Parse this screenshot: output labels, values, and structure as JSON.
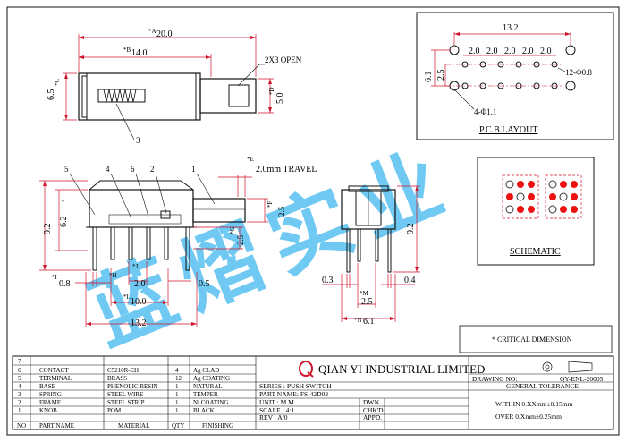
{
  "views": {
    "front": {
      "dim_a_label": "*A",
      "dim_a_value": "20.0",
      "dim_b_label": "*B",
      "dim_b_value": "14.0",
      "dim_c_label": "*C",
      "dim_c_value": "6.5",
      "dim_d_label": "*D",
      "dim_d_value": "5.0",
      "note_open": "2X3 OPEN",
      "callout_3": "3"
    },
    "side": {
      "callouts": [
        "5",
        "4",
        "6",
        "2",
        "1"
      ],
      "dim_e_label": "*E",
      "travel": "2.0mm TRAVEL",
      "dim_f_label": "*F",
      "dim_f_value": "2.5",
      "dim_g_label": "*G",
      "dim_g_value": "2.5",
      "dim_height": "9.2",
      "dim_62_label": "*",
      "dim_62_value": "6.2",
      "dim_h_label": "*H",
      "dim_i_label": "*I",
      "dim_i_value": "0.8",
      "dim_j_label": "*J",
      "dim_j_value": "2.0",
      "dim_l_label": "*L",
      "dim_l_value": "10.0",
      "dim_05": "0.5",
      "dim_132": "13.2"
    },
    "end": {
      "dim_height": "9.2",
      "dim_03": "0.3",
      "dim_04": "0.4",
      "dim_m_label": "*M",
      "dim_m_value": "2.5",
      "dim_n_label": "*N",
      "dim_n_value": "6.1"
    },
    "pcb": {
      "width": "13.2",
      "pitches": [
        "2.0",
        "2.0",
        "2.0",
        "2.0",
        "2.0"
      ],
      "height": "6.1",
      "row_gap": "2.5",
      "hole_note": "12-Φ0.8",
      "mount_note": "4-Φ1.1",
      "title": "P.C.B.LAYOUT"
    },
    "schematic": {
      "title": "SCHEMATIC"
    },
    "critical": "* CRITICAL  DIMENSION"
  },
  "watermark": "蓝 熠 实 业",
  "title_block": {
    "bom_rows": [
      {
        "no": "7",
        "part": "",
        "material": "",
        "qty": "",
        "finish": ""
      },
      {
        "no": "6",
        "part": "CONTACT",
        "material": "C5210R-EH",
        "qty": "4",
        "finish": "Ag CLAD"
      },
      {
        "no": "5",
        "part": "TERMINAL",
        "material": "BRASS",
        "qty": "12",
        "finish": "Ag COATING"
      },
      {
        "no": "4",
        "part": "BASE",
        "material": "PHENOLIC RESIN",
        "qty": "1",
        "finish": "NATURAL"
      },
      {
        "no": "3",
        "part": "SPRING",
        "material": "STEEL WIRE",
        "qty": "1",
        "finish": "TEMPER"
      },
      {
        "no": "2",
        "part": "FRAME",
        "material": "STEEL STRIP",
        "qty": "1",
        "finish": "Ni COATING"
      },
      {
        "no": "1",
        "part": "KNOB",
        "material": "POM",
        "qty": "1",
        "finish": "BLACK"
      }
    ],
    "bom_header": {
      "no": "NO",
      "part": "PART NAME",
      "material": "MATERIAL",
      "qty": "QTY",
      "finish": "FINISHING"
    },
    "company": "QIAN YI INDUSTRIAL LIMITED",
    "logo_letter": "Q",
    "drawing_no_label": "DRAWING NO:",
    "drawing_no": "QY-ENL-20005",
    "series": "SERIES : PUSH SWITCH",
    "part_name": "PART NAME: FS-42D02",
    "unit": "UNIT : M.M",
    "scale": "SCALE : 4:1",
    "rev": "REV  : A/0",
    "dwn": "DWN.",
    "chkd": "CHK'D",
    "appd": "APPD.",
    "tol_title": "GENERAL TOLERANCE",
    "tol_1": "WITHIN 0.XXmm±0.15mm",
    "tol_2": "OVER   0.Xmm±0.25mm"
  }
}
